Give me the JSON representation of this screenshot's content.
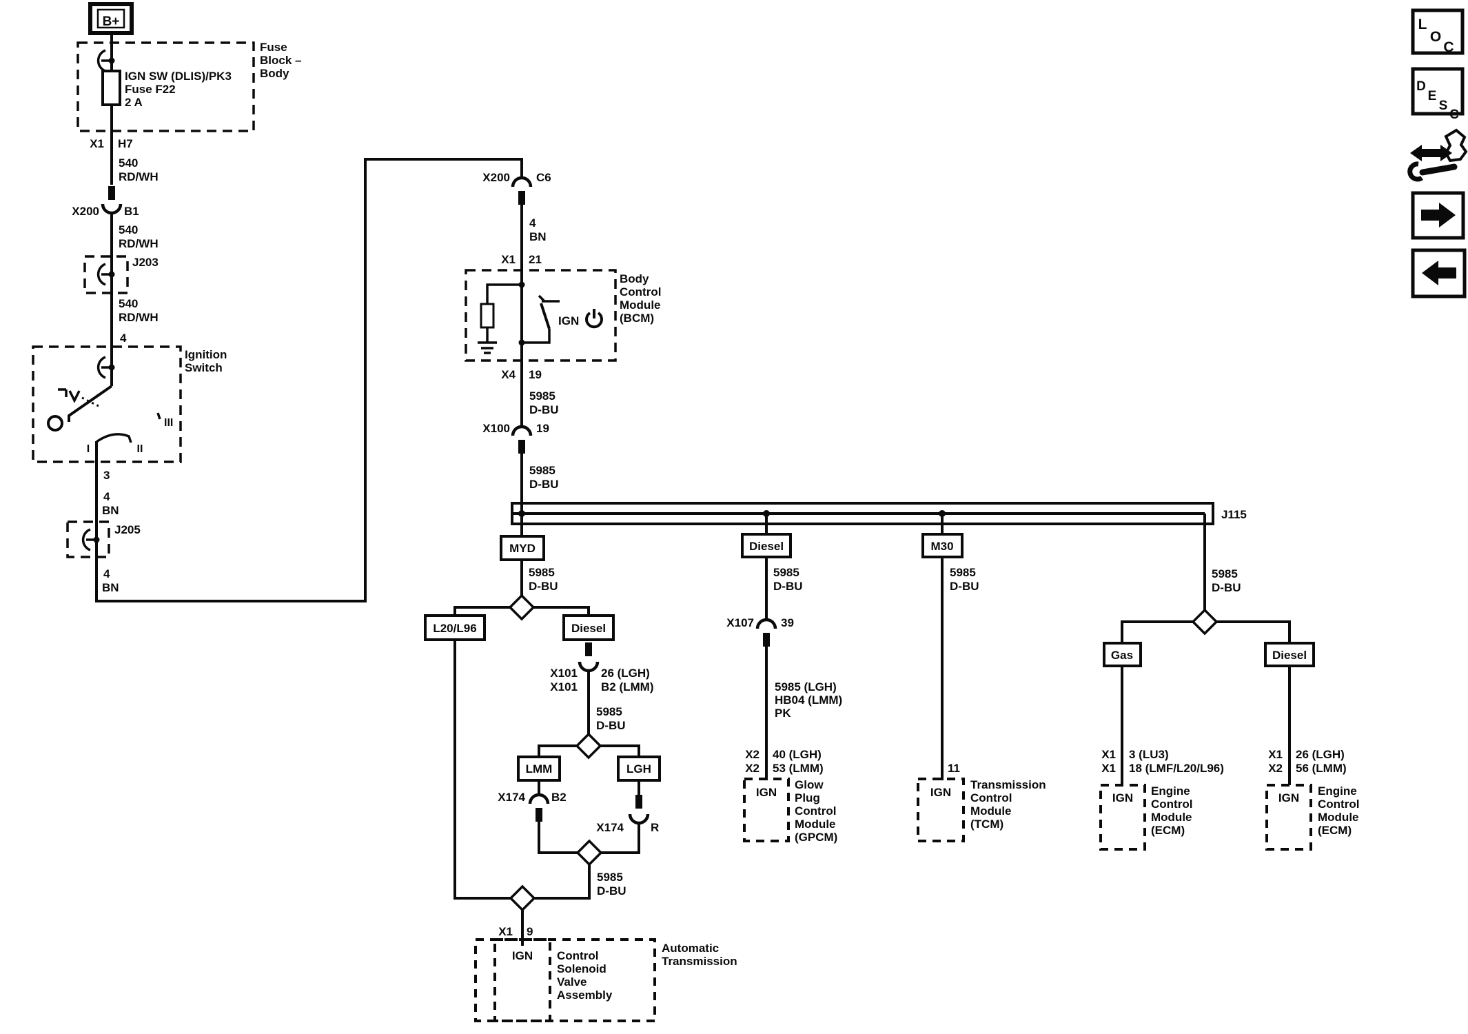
{
  "toolbar": {
    "loc_letters": [
      "L",
      "O",
      "C"
    ],
    "desc_letters": [
      "D",
      "E",
      "S",
      "C"
    ]
  },
  "battery": {
    "label": "B+"
  },
  "fuse_block": {
    "name": [
      "Fuse",
      "Block –",
      "Body"
    ],
    "fuse": [
      "IGN SW (DLIS)/PK3",
      "Fuse F22",
      "2 A"
    ],
    "out_conn": "X1",
    "out_pin": "H7"
  },
  "left": {
    "wire1": {
      "ckt": "540",
      "clr": "RD/WH"
    },
    "conn_b1": {
      "name": "X200",
      "pin": "B1"
    },
    "wire2": {
      "ckt": "540",
      "clr": "RD/WH"
    },
    "splice1": "J203",
    "wire3": {
      "ckt": "540",
      "clr": "RD/WH"
    },
    "pin_in": "4",
    "switch": {
      "name1": "Ignition",
      "name2": "Switch",
      "pos1": "I",
      "pos2": "II",
      "pos3": "III"
    },
    "pin_out": "3",
    "wire4": {
      "ckt": "4",
      "clr": "BN"
    },
    "splice2": "J205",
    "wire5": {
      "ckt": "4",
      "clr": "BN"
    }
  },
  "bcm": {
    "conn_c6": {
      "name": "X200",
      "pin": "C6"
    },
    "wire1": {
      "ckt": "4",
      "clr": "BN"
    },
    "pin_in": {
      "conn": "X1",
      "pin": "21"
    },
    "name": [
      "Body",
      "Control",
      "Module",
      "(BCM)"
    ],
    "ign": "IGN",
    "pin_out": {
      "conn": "X4",
      "pin": "19"
    },
    "wire2": {
      "ckt": "5985",
      "clr": "D-BU"
    },
    "conn_x100": {
      "name": "X100",
      "pin": "19"
    },
    "wire3": {
      "ckt": "5985",
      "clr": "D-BU"
    }
  },
  "bus": {
    "label": "J115"
  },
  "myd": {
    "tag": "MYD",
    "wire1": {
      "ckt": "5985",
      "clr": "D-BU"
    },
    "tag_l20": "L20/L96",
    "tag_diesel": "Diesel",
    "conn_x101": {
      "name1": "X101",
      "name2": "X101",
      "pin1": "26 (LGH)",
      "pin2": "B2 (LMM)"
    },
    "wire2": {
      "ckt": "5985",
      "clr": "D-BU"
    },
    "tag_lmm": "LMM",
    "tag_lgh": "LGH",
    "conn_b2": {
      "name": "X174",
      "pin": "B2"
    },
    "conn_r": {
      "name": "X174",
      "pin": "R"
    },
    "wire3": {
      "ckt": "5985",
      "clr": "D-BU"
    },
    "pin_out": {
      "conn": "X1",
      "pin": "9"
    },
    "solenoid": {
      "ign": "IGN",
      "name": [
        "Control",
        "Solenoid",
        "Valve",
        "Assembly"
      ]
    },
    "trans": [
      "Automatic",
      "Transmission"
    ]
  },
  "gpcm": {
    "tag": "Diesel",
    "wire1": {
      "ckt": "5985",
      "clr": "D-BU"
    },
    "conn": {
      "name": "X107",
      "pin": "39"
    },
    "wire2": [
      "5985 (LGH)",
      "HB04 (LMM)",
      "PK"
    ],
    "pin1": {
      "conn": "X2",
      "pin": "40 (LGH)"
    },
    "pin2": {
      "conn": "X2",
      "pin": "53 (LMM)"
    },
    "ign": "IGN",
    "name": [
      "Glow",
      "Plug",
      "Control",
      "Module",
      "(GPCM)"
    ]
  },
  "tcm": {
    "tag": "M30",
    "wire1": {
      "ckt": "5985",
      "clr": "D-BU"
    },
    "pin": "11",
    "ign": "IGN",
    "name": [
      "Transmission",
      "Control",
      "Module",
      "(TCM)"
    ]
  },
  "ecm": {
    "wire1": {
      "ckt": "5985",
      "clr": "D-BU"
    },
    "tag_gas": "Gas",
    "tag_diesel": "Diesel",
    "gas_pin1": {
      "conn": "X1",
      "pin": "3 (LU3)"
    },
    "gas_pin2": {
      "conn": "X1",
      "pin": "18 (LMF/L20/L96)"
    },
    "gas_ign": "IGN",
    "gas_name": [
      "Engine",
      "Control",
      "Module",
      "(ECM)"
    ],
    "diesel_pin1": {
      "conn": "X1",
      "pin": "26 (LGH)"
    },
    "diesel_pin2": {
      "conn": "X2",
      "pin": "56 (LMM)"
    },
    "diesel_ign": "IGN",
    "diesel_name": [
      "Engine",
      "Control",
      "Module",
      "(ECM)"
    ]
  }
}
